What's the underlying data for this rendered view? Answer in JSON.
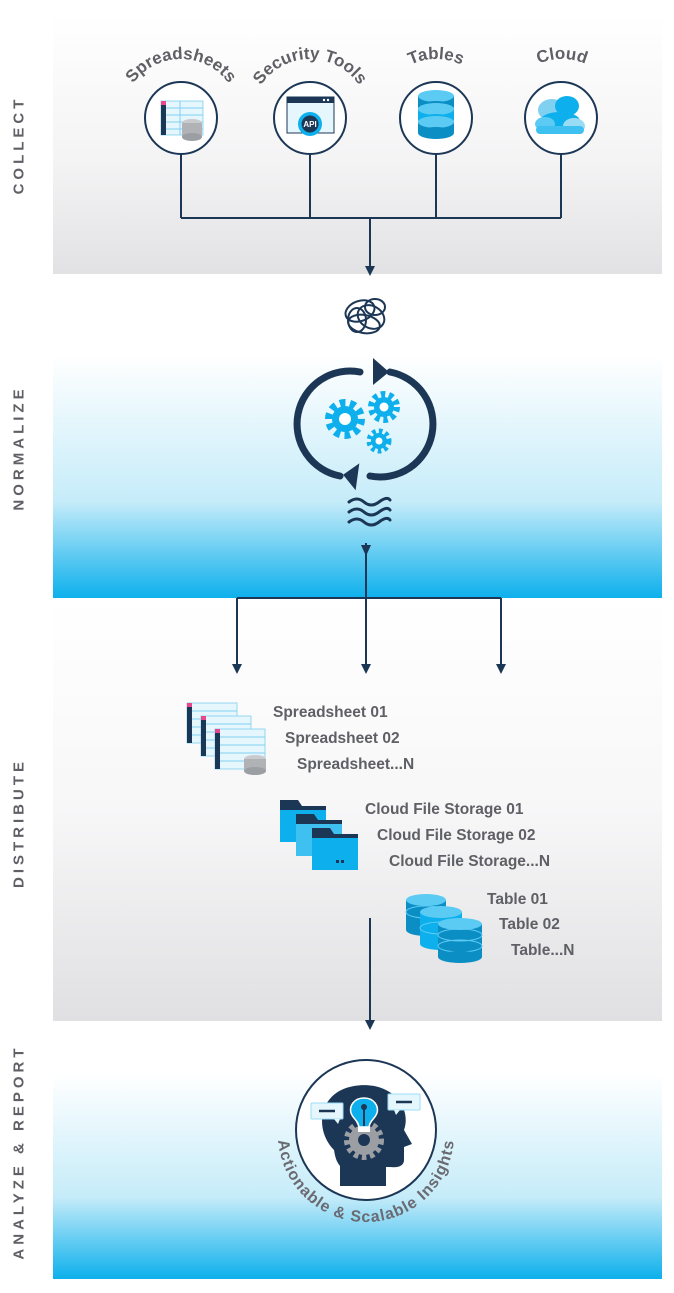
{
  "stages": {
    "collect": "COLLECT",
    "normalize": "NORMALIZE",
    "distribute": "DISTRIBUTE",
    "analyze": "ANALYZE & REPORT"
  },
  "sources": [
    {
      "label": "Spreadsheets",
      "icon": "spreadsheet-icon"
    },
    {
      "label": "Security Tools",
      "icon": "api-icon"
    },
    {
      "label": "Tables",
      "icon": "database-icon"
    },
    {
      "label": "Cloud",
      "icon": "cloud-icon"
    }
  ],
  "icon_api_text": "API",
  "outputs": {
    "spreadsheets": [
      "Spreadsheet 01",
      "Spreadsheet 02",
      "Spreadsheet...N"
    ],
    "cloud": [
      "Cloud File Storage 01",
      "Cloud File Storage 02",
      "Cloud File Storage...N"
    ],
    "tables": [
      "Table 01",
      "Table 02",
      "Table...N"
    ]
  },
  "insights_label": "Actionable & Scalable Insights",
  "colors": {
    "navy": "#1c3756",
    "accent": "#0db0ec",
    "gray_text": "#5f5f66"
  }
}
